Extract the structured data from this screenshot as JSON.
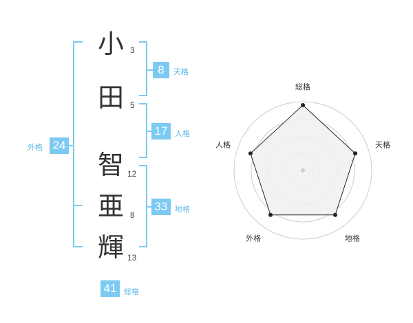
{
  "name": {
    "chars": [
      {
        "char": "小",
        "strokes": "3"
      },
      {
        "char": "田",
        "strokes": "5"
      },
      {
        "char": "智",
        "strokes": "12"
      },
      {
        "char": "亜",
        "strokes": "8"
      },
      {
        "char": "輝",
        "strokes": "13"
      }
    ]
  },
  "kaku": {
    "tenkaku": {
      "value": "8",
      "label": "天格"
    },
    "jinkaku": {
      "value": "17",
      "label": "人格"
    },
    "chikaku": {
      "value": "33",
      "label": "地格"
    },
    "gaikaku": {
      "value": "24",
      "label": "外格"
    },
    "soukaku": {
      "value": "41",
      "label": "総格"
    }
  },
  "chart_data": {
    "type": "radar",
    "axes": [
      "総格",
      "天格",
      "地格",
      "外格",
      "人格"
    ],
    "values": [
      0.95,
      0.8,
      0.8,
      0.8,
      0.8
    ],
    "range": [
      0,
      1
    ],
    "rings": 4,
    "colors": {
      "fill": "#f0f0f0",
      "line": "#222222",
      "ring": "#cccccc"
    }
  }
}
